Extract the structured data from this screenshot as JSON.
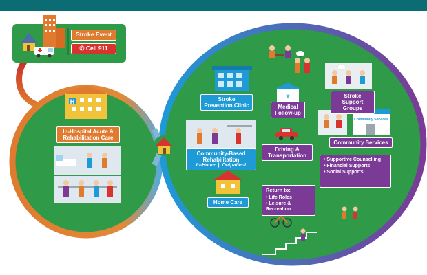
{
  "colors": {
    "top_bar": "#0b6c73",
    "green": "#2f9a48",
    "dark_green": "#23813a",
    "orange": "#e07a2e",
    "red": "#d7332f",
    "blue": "#1e9ad7",
    "purple": "#7b3a96"
  },
  "stroke_event": {
    "label": "Stroke Event",
    "call": "Cell 911",
    "icon": "phone-icon"
  },
  "left_loop": {
    "hospital_label": "In-Hospital Acute & Rehabilitation Care"
  },
  "right_loop": {
    "prevention_clinic": "Stroke Prevention Clinic",
    "community_rehab": {
      "title": "Community-Based Rehabilitation",
      "in_home": "In-Home",
      "separator": "|",
      "outpatient": "Outpatient"
    },
    "home_care": "Home Care",
    "medical_followup": "Medical Follow-up",
    "driving": "Driving & Transportation",
    "return_to": {
      "title": "Return to:",
      "items": [
        "Life Roles",
        "Leisure & Recreation"
      ]
    },
    "support_groups": "Stroke Support Groups",
    "community_services": "Community Services",
    "community_building_sign": "Community Services",
    "supports": [
      "Supportive Counselling",
      "Financial Supports",
      "Social Supports"
    ],
    "support_icons": [
      "location-pin-icon",
      "dollar-icon",
      "helping-hands-icon"
    ]
  }
}
